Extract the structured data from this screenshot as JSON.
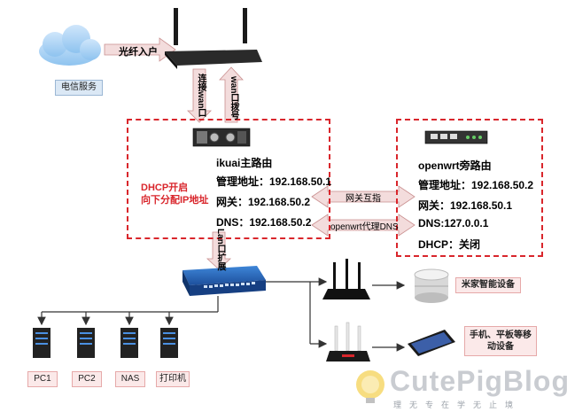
{
  "cloud": {
    "label": "光纤入户",
    "service": "电信服务"
  },
  "wan": {
    "up": "连接wan口",
    "down": "wan口拨号"
  },
  "main_router": {
    "note_line1": "DHCP开启",
    "note_line2": "向下分配IP地址",
    "title": "ikuai主路由",
    "mgmt": "管理地址：192.168.50.1",
    "gateway": "网关：192.168.50.2",
    "dns": "DNS：192.168.50.2"
  },
  "bypass_router": {
    "title": "openwrt旁路由",
    "mgmt": "管理地址：192.168.50.2",
    "gateway": "网关：192.168.50.1",
    "dns": "DNS:127.0.0.1",
    "dhcp": "DHCP：关闭"
  },
  "links": {
    "gateway_mutual": "网关互指",
    "dns_proxy": "openwrt代理DNS",
    "lan_expand": "Lan口扩展"
  },
  "devices": {
    "pc1": "PC1",
    "pc2": "PC2",
    "nas": "NAS",
    "printer": "打印机",
    "smart_home": "米家智能设备",
    "mobile_line1": "手机、平板等移",
    "mobile_line2": "动设备"
  },
  "watermark": {
    "brand": "CutePigBlog",
    "slogan": "理无专在学无止境"
  },
  "colors": {
    "dashed_border": "#d9262c",
    "note_text": "#d9262c",
    "arrow_fill": "#f3dcdc",
    "line": "#333333"
  }
}
